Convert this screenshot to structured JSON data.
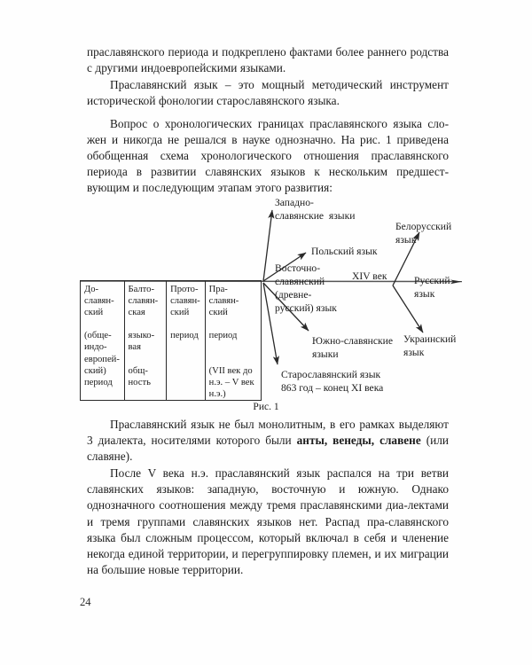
{
  "document": {
    "page_number": "24",
    "language": "ru"
  },
  "body": {
    "paragraphs_top": [
      "праславянского периода и подкреплено фактами более раннего родства с другими индоевропейскими языками.",
      "Праславянский язык – это мощный методический инструмент исторической фонологии старославянского языка."
    ],
    "paragraph_intro": "Вопрос о хронологических границах праславянского языка сло-жен и никогда не решался в науке однозначно. На рис. 1 приведена обобщенная схема хронологического отношения праславянского периода в развитии славянских языков к нескольким предшест-вующим и последующим этапам этого развития:",
    "paragraph_after_fig_1_a": "Праславянский язык не был монолитным, в его рамках выделяют 3 диалекта, носителями которого были ",
    "paragraph_after_fig_1_bold": "анты, венеды, славене",
    "paragraph_after_fig_1_b": " (или славяне).",
    "paragraph_after_fig_2": "После V века н.э. праславянский язык распался на три ветви славянских языков: западную, восточную и южную. Однако однозначного соотношения между тремя праславянскими диа-лектами и тремя группами славянских языков нет. Распад пра-славянского языка был сложным процессом, который включал в себя и членение некогда единой территории, и перегруппировку племен, и их миграции на большие новые территории."
  },
  "figure": {
    "caption": "Рис. 1",
    "table": {
      "columns": [
        "До-\nславян-\nский\n\n(обще-\nиндо-\nевропей-\nский)\nпериод",
        "Балто-\nславян-\nская\n\nязыко-\nвая\n\nобщ-\nность",
        "Прото-\nславян-\nский\n\nпериод",
        "Пра-\nславян-\nский\n\nпериод\n\n\n(VII век до\nн.э. – V век\nн.э.)"
      ]
    },
    "labels": {
      "west_slavic": "Западно-\nславянские  языки",
      "polish": "Польский язык",
      "east_slavic": "Восточно-\nславянский\n(древне-\nрусский) язык",
      "south_slavic": "Южно-славянские\nязыки",
      "old_church_slavonic": "Старославянский язык\n863 год – конец XI века",
      "century_marker": "XIV век",
      "belarusian": "Белорусский\nязык",
      "russian": "Русский\nязык",
      "ukrainian": "Украинский\nязык"
    },
    "colors": {
      "ink": "#2a2a2a",
      "paper": "#fefefe"
    }
  }
}
